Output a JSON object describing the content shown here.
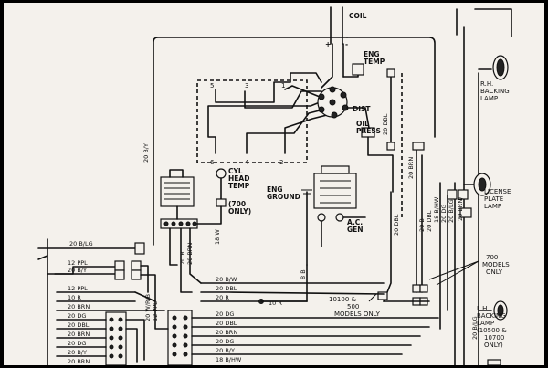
{
  "labels": {
    "coil": "COIL",
    "plus": "+",
    "minus": "-",
    "eng_temp": [
      "ENG",
      "TEMP"
    ],
    "dist": "DIST",
    "oil_press": [
      "OIL",
      "PRESS"
    ],
    "cyl_head_temp": [
      "CYL",
      "HEAD",
      "TEMP"
    ],
    "only_700": [
      "(700",
      "ONLY)"
    ],
    "eng_ground": [
      "ENG",
      "GROUND"
    ],
    "ac_gen": [
      "A.C.",
      "GEN"
    ],
    "rh_backing": [
      "R.H.",
      "BACKING",
      "LAMP"
    ],
    "license_plate": [
      "LICENSE",
      "PLATE",
      "LAMP"
    ],
    "models_700": [
      "700",
      "MODELS",
      "ONLY"
    ],
    "models_10100": [
      "10100 &",
      "500",
      "MODELS ONLY"
    ],
    "lh_backing": [
      "L.H.",
      "BACKING",
      "LAMP",
      "(10500 &",
      "10700",
      "ONLY)"
    ],
    "plug_nums": [
      "5",
      "3",
      "1",
      "6",
      "4",
      "2"
    ]
  },
  "wires": {
    "w20by_v": "20 B/Y",
    "w20dbl_v": "20 DBL",
    "w20dbl_v2": "20 DBL",
    "w20brn_v": "20 BRN",
    "w18bhw": "18 B/HW",
    "w20dg": "20 DG",
    "w20blg_v": "20 B/LG",
    "w20brnt": "20 BRN/T",
    "w20b_v": "20 B",
    "w20dbl_v3": "20 DBL",
    "w18w": "18 W",
    "w20r": "20 R",
    "w20brn2": "20 BRN",
    "w8b": "8 B",
    "w20wrb": "20 W/R/B",
    "w12ppl_v": "12 PPL",
    "w20blg_v2": "20 B/LG",
    "w20blg_h": "20 B/LG",
    "w12ppl_h": "12 PPL",
    "w20by_h": "20 B/Y",
    "w12ppl_h2": "12 PPL",
    "w10r": "10 R",
    "w20brn_h": "20 BRN",
    "w20bw": "20 B/W",
    "w20dbl_h": "20 DBL",
    "w10r_h": "10 R",
    "w20r_h": "20 R",
    "l_dg": "20 DG",
    "l_dbl": "20 DBL",
    "l_brn": "20 BRN",
    "l_dg2": "20 DG",
    "l_by": "20 B/Y",
    "l_brn2": "20 BRN",
    "r_dg": "20 DG",
    "r_dbl": "20 DBL",
    "r_brn": "20 BRN",
    "r_dg2": "20 DG",
    "r_by": "20 B/Y",
    "r_bhw": "18 B/HW"
  }
}
